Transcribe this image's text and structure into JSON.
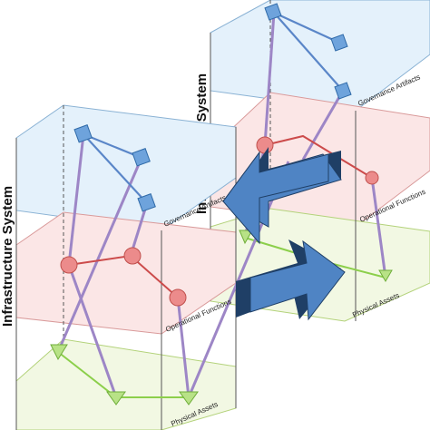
{
  "systems": [
    {
      "title": "Infrastructure System",
      "layers": {
        "governance": "Governance Artifacts",
        "operational": "Operational Functions",
        "physical": "Physical Assets"
      }
    },
    {
      "title": "Infrastructure System",
      "layers": {
        "governance": "Governance Artifacts",
        "operational": "Operational Functions",
        "physical": "Physical Assets"
      }
    }
  ],
  "colors": {
    "governance_fill": "#e4f1fb",
    "governance_stroke": "#8ab2d4",
    "operational_fill": "#fbe6e6",
    "operational_stroke": "#d99a9a",
    "physical_fill": "#f2f8e3",
    "physical_stroke": "#b3d27a",
    "square_node": "#6ea3dc",
    "square_node_stroke": "#2f6aa8",
    "circle_node": "#ec8b8b",
    "circle_node_stroke": "#c0504d",
    "triangle_node": "#b8e286",
    "triangle_node_stroke": "#6fae3a",
    "governance_link": "#5a86c8",
    "operational_link": "#cc4b4b",
    "physical_link": "#8ccf4b",
    "interlayer_link": "#9d86c6",
    "arrow_fill": "#4f84c4",
    "arrow_dark": "#1f3f66"
  },
  "icons": {
    "governance_node": "square-icon",
    "operational_node": "circle-icon",
    "physical_node": "triangle-icon",
    "interdependency": "block-arrow-icon"
  }
}
